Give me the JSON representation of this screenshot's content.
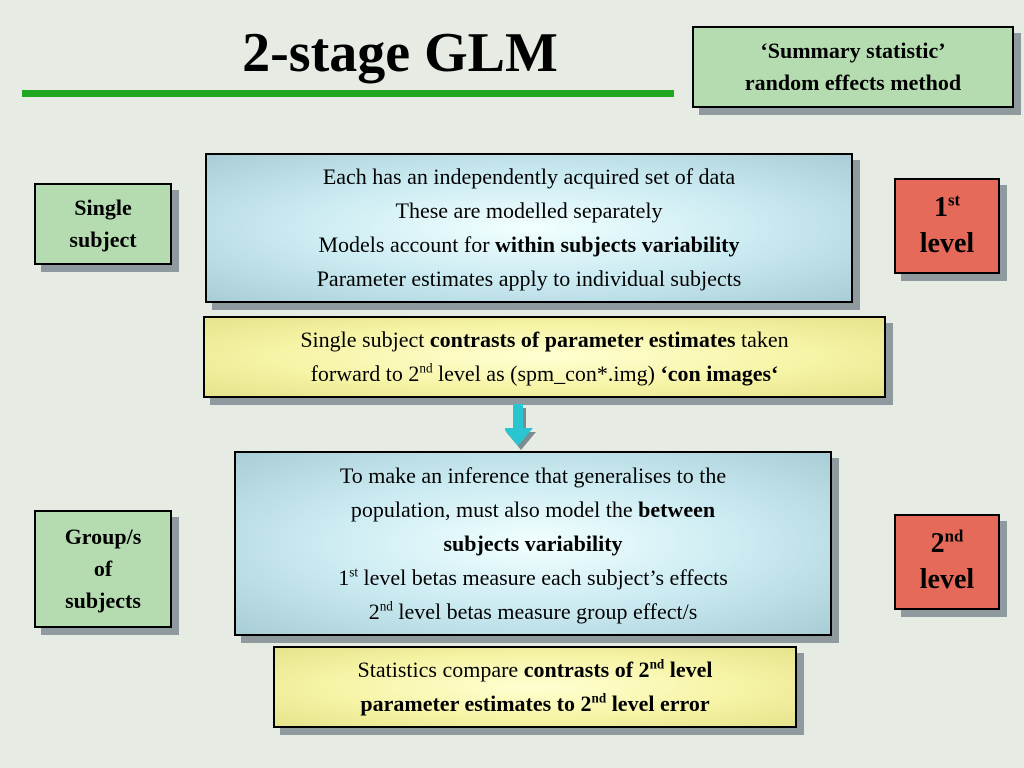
{
  "title": "2-stage GLM",
  "method_box": {
    "line1": "‘Summary statistic’",
    "line2": "random effects method"
  },
  "left_labels": {
    "single": [
      "Single",
      "subject"
    ],
    "group": [
      "Group/s",
      "of",
      "subjects"
    ]
  },
  "level_badges": {
    "first": {
      "num": "1",
      "sup": "st",
      "word": "level"
    },
    "second": {
      "num": "2",
      "sup": "nd",
      "word": "level"
    }
  },
  "first_level_box": {
    "line1": "Each has an independently acquired set of data",
    "line2": "These are modelled separately",
    "line3_pre": "Models account for ",
    "line3_bold": "within subjects variability",
    "line4": "Parameter estimates apply to individual subjects"
  },
  "first_contrast_box": {
    "l1_pre": "Single subject ",
    "l1_bold": "contrasts of parameter estimates",
    "l1_post": " taken",
    "l2_pre": "forward to 2",
    "l2_sup": "nd",
    "l2_mid": " level as (spm_con*.img) ",
    "l2_bold": "‘con images‘"
  },
  "second_level_box": {
    "line1": "To make an inference that generalises to the",
    "line2_pre": "population, must also model the ",
    "line2_bold": "between",
    "line3_bold": "subjects variability",
    "line4_num": "1",
    "line4_sup": "st",
    "line4_post": " level betas measure each subject’s effects",
    "line5_num": "2",
    "line5_sup": "nd",
    "line5_post": " level betas measure group effect/s"
  },
  "second_contrast_box": {
    "l1_pre": "Statistics compare ",
    "l1_bold": "contrasts of 2",
    "l1_sup": "nd",
    "l1_bold2": " level",
    "l2_bold": "parameter estimates to 2",
    "l2_sup": "nd",
    "l2_bold2": " level error"
  },
  "colors": {
    "title_rule": "#1fa81f",
    "green_box": "#b5dcb0",
    "red_box": "#e66a5a",
    "yellow_box": "#f6f4a6",
    "blue_box": "#cbebf2",
    "arrow": "#29c6d2"
  },
  "icons": {
    "down_arrow": "down-arrow-icon"
  }
}
